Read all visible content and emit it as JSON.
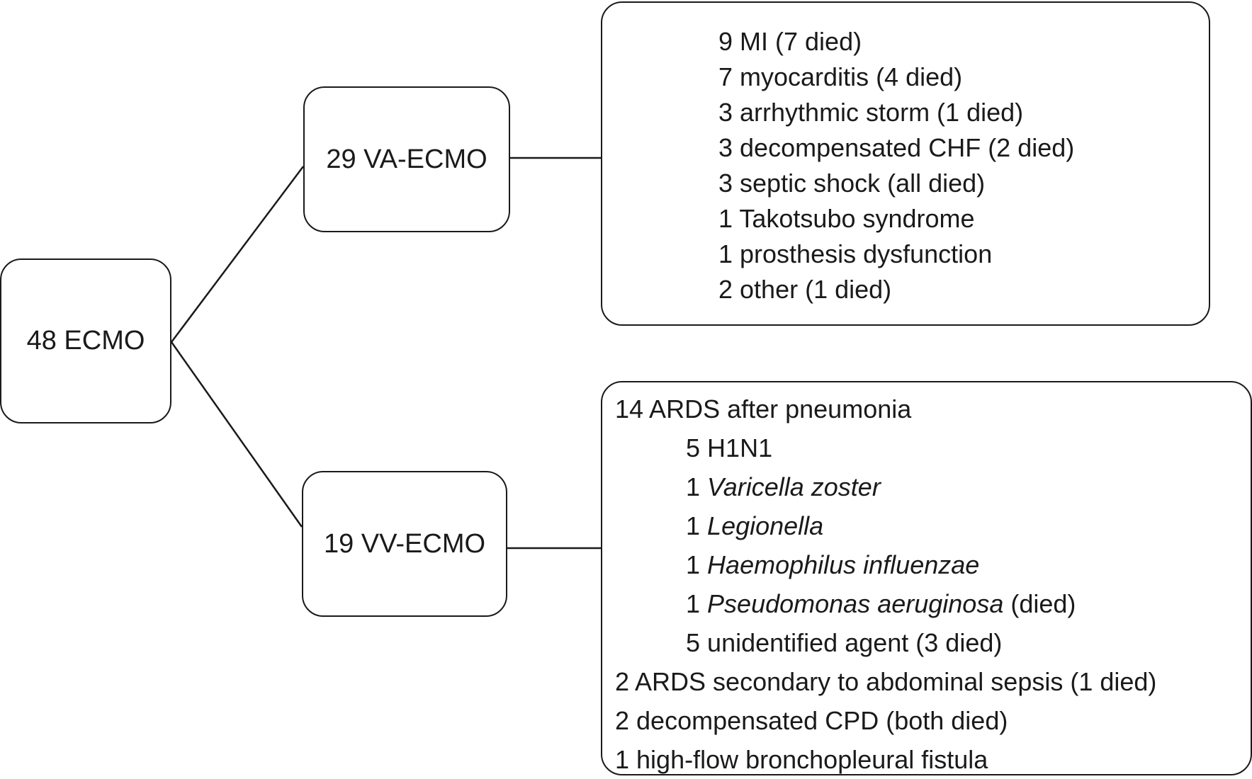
{
  "root": {
    "label": "48 ECMO"
  },
  "va": {
    "label": "29 VA-ECMO",
    "items": [
      "9 MI (7 died)",
      "7 myocarditis (4 died)",
      "3 arrhythmic storm (1 died)",
      "3 decompensated CHF (2 died)",
      "3 septic shock (all died)",
      "1 Takotsubo syndrome",
      "1 prosthesis dysfunction",
      "2 other (1 died)"
    ]
  },
  "vv": {
    "label": "19 VV-ECMO",
    "ards": "14 ARDS after pneumonia",
    "sub": [
      {
        "count": "5",
        "agent": "H1N1",
        "note": ""
      },
      {
        "count": "1",
        "agent": "Varicella zoster",
        "note": ""
      },
      {
        "count": "1",
        "agent": "Legionella",
        "note": ""
      },
      {
        "count": "1",
        "agent": "Haemophilus influenzae",
        "note": ""
      },
      {
        "count": "1",
        "agent": "Pseudomonas aeruginosa",
        "note": "(died)"
      },
      {
        "count": "5",
        "agent": "unidentified agent (3 died)",
        "note": ""
      }
    ],
    "others": [
      "2 ARDS secondary to abdominal sepsis (1 died)",
      "2 decompensated CPD (both died)",
      "1 high-flow bronchopleural fistula"
    ]
  }
}
